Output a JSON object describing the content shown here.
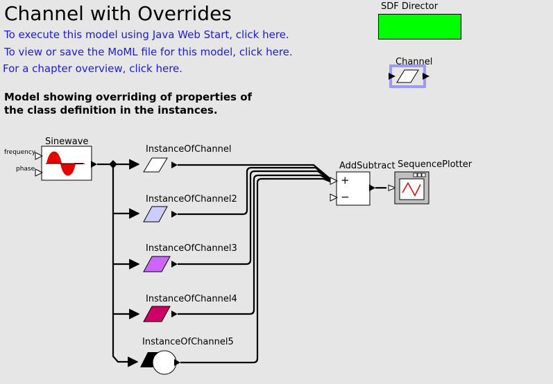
{
  "title": "Channel with Overrides",
  "links": {
    "web_start": "To execute this model using Java Web Start, click here.",
    "moml": "To view or save the MoML file for this model, click here.",
    "chapter": "For a chapter overview, click here."
  },
  "description": {
    "line1": "Model showing overriding of properties of",
    "line2": "the class definition in the instances."
  },
  "director": {
    "label": "SDF Director",
    "color": "#00ff00"
  },
  "class_def": {
    "label": "Channel",
    "frame_color": "#9999ff"
  },
  "sinewave": {
    "label": "Sinewave",
    "ports": {
      "frequency": "frequency",
      "phase": "phase"
    },
    "wave_color": "#e60000"
  },
  "instances": [
    {
      "label": "InstanceOfChannel",
      "color": "#ffffff"
    },
    {
      "label": "InstanceOfChannel2",
      "color": "#ccccff"
    },
    {
      "label": "InstanceOfChannel3",
      "color": "#cc66ff"
    },
    {
      "label": "InstanceOfChannel4",
      "color": "#cc0066"
    },
    {
      "label": "InstanceOfChannel5"
    }
  ],
  "add_subtract": {
    "label": "AddSubtract",
    "plus": "+",
    "minus": "−"
  },
  "plotter": {
    "label": "SequencePlotter",
    "trace_color": "#e60000"
  }
}
